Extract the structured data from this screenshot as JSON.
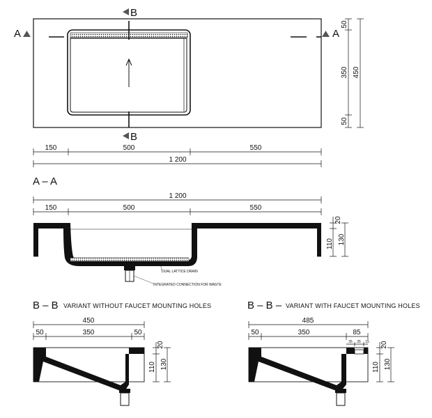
{
  "plan": {
    "cut_a_left": "A",
    "cut_a_right": "A",
    "cut_b_top": "B",
    "cut_b_bottom": "B",
    "dims_horizontal": [
      "150",
      "500",
      "550"
    ],
    "total_width": "1 200",
    "dims_vertical": [
      "50",
      "350",
      "50"
    ],
    "total_depth": "450"
  },
  "section_aa": {
    "title": "A – A",
    "total_width": "1 200",
    "dims_horizontal": [
      "150",
      "500",
      "550"
    ],
    "dim_top_thickness": "20",
    "dim_height_inner": "110",
    "dim_height_total": "130",
    "note_drain": "DUAL LATTICE DRAIN",
    "note_waste": "INTEGRATED CONNECTION FOR WASTE"
  },
  "section_bb1": {
    "title": "B – B",
    "subtitle": "VARIANT WITHOUT FAUCET MOUNTING HOLES",
    "total_width": "450",
    "dims_horizontal": [
      "50",
      "350",
      "50"
    ],
    "dim_top_thickness": "20",
    "dim_height_inner": "110",
    "dim_height_total": "130"
  },
  "section_bb2": {
    "title": "B – B –",
    "subtitle": "VARIANT WITH FAUCET MOUNTING HOLES",
    "total_width": "485",
    "dims_horizontal": [
      "50",
      "350",
      "85"
    ],
    "dims_small": [
      "35",
      "35",
      "15"
    ],
    "dim_top_thickness": "20",
    "dim_height_inner": "110",
    "dim_height_total": "130"
  }
}
